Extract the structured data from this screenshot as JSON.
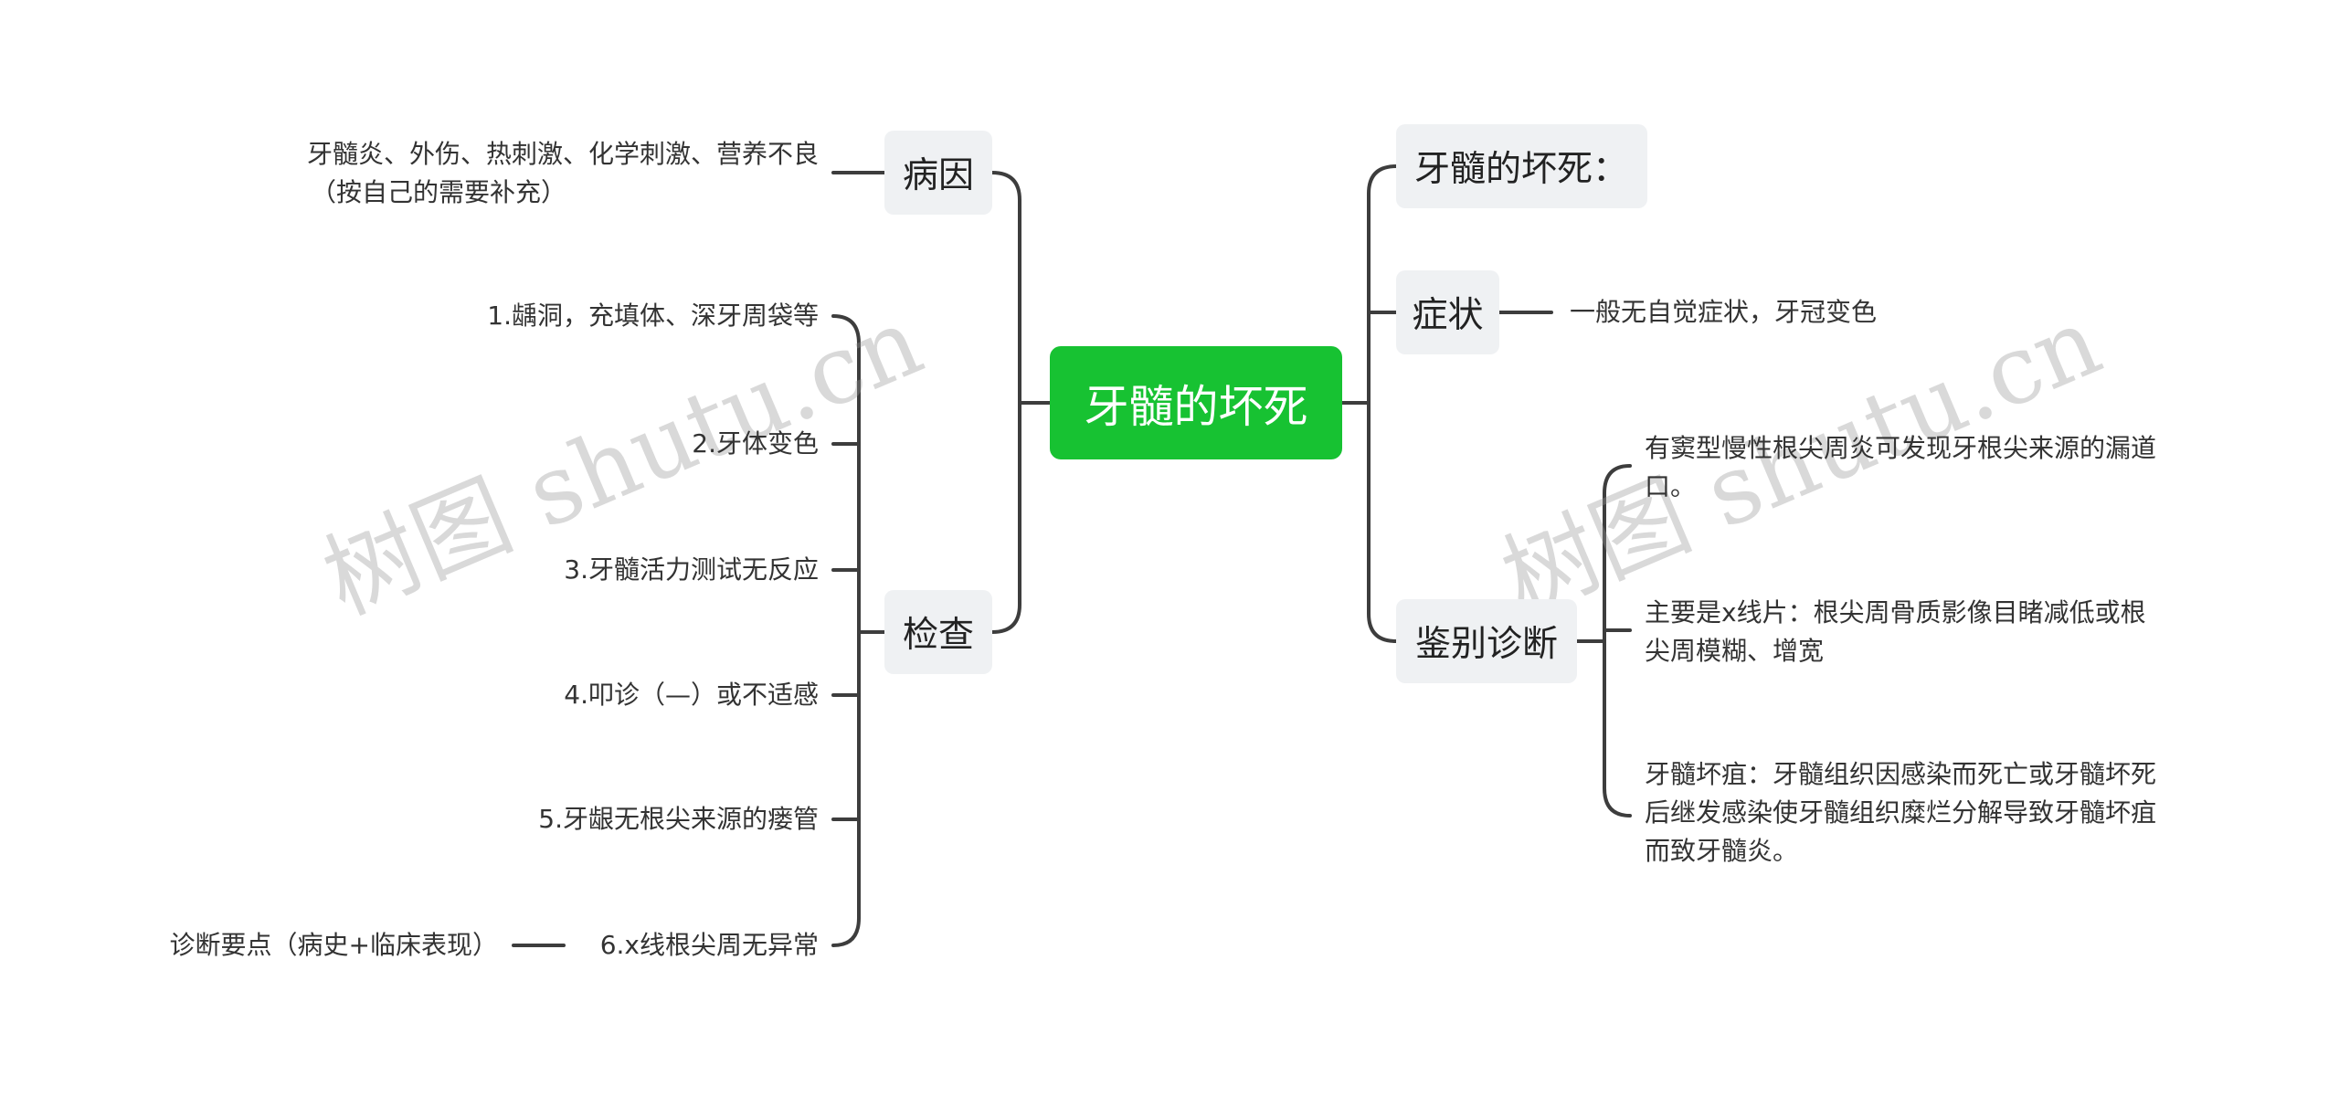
{
  "root": {
    "title": "牙髓的坏死"
  },
  "left": {
    "cause": {
      "label": "病因",
      "leaf": [
        "牙髓炎、外伤、热刺激、化学刺激、营养不良",
        "（按自己的需要补充）"
      ]
    },
    "exam": {
      "label": "检查",
      "items": [
        "1.龋洞，充填体、深牙周袋等",
        "2.牙体变色",
        "3.牙髓活力测试无反应",
        "4.叩诊（—）或不适感",
        "5.牙龈无根尖来源的瘘管",
        "6.x线根尖周无异常"
      ],
      "item6_child": "诊断要点（病史+临床表现）"
    }
  },
  "right": {
    "definition": {
      "label": "牙髓的坏死："
    },
    "symptom": {
      "label": "症状",
      "leaf": "一般无自觉症状，牙冠变色"
    },
    "differential": {
      "label": "鉴别诊断",
      "items": [
        [
          "有窦型慢性根尖周炎可发现牙根尖来源的漏道",
          "口。"
        ],
        [
          "主要是x线片：根尖周骨质影像目睹减低或根",
          "尖周模糊、增宽"
        ],
        [
          "牙髓坏疽：牙髓组织因感染而死亡或牙髓坏死",
          "后继发感染使牙髓组织糜烂分解导致牙髓坏疽",
          "而致牙髓炎。"
        ]
      ]
    }
  },
  "watermark": [
    "树图 shutu.cn",
    "树图 shutu.cn"
  ],
  "colors": {
    "root_bg": "#17c232",
    "node_bg": "#eff1f3",
    "line": "#3d3d3d"
  }
}
